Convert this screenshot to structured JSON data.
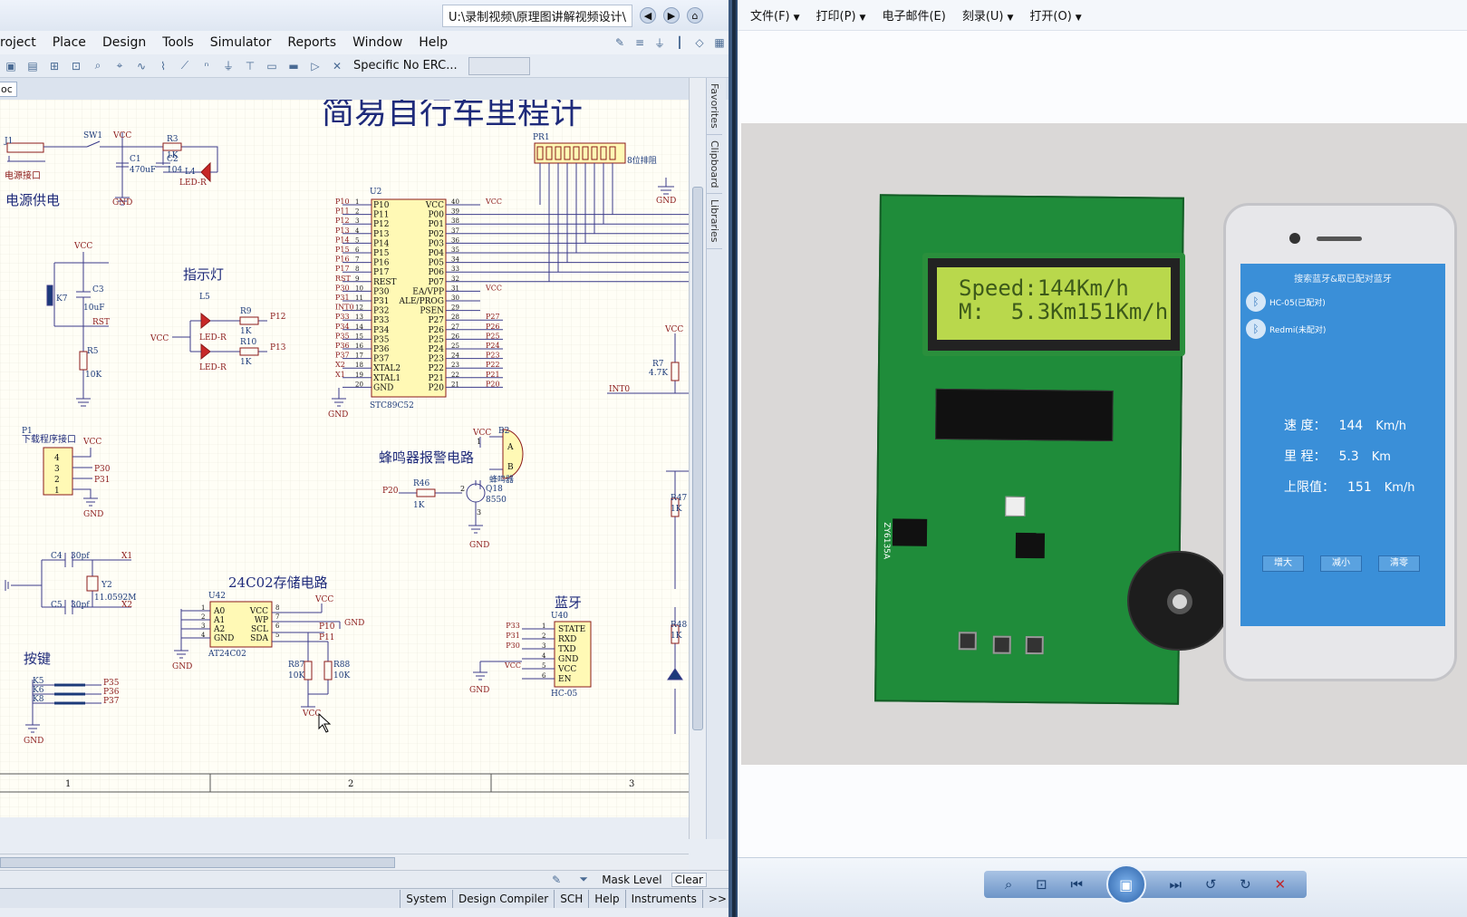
{
  "altium": {
    "path": "U:\\录制视频\\原理图讲解视频设计\\",
    "menu": [
      "roject",
      "Place",
      "Design",
      "Tools",
      "Simulator",
      "Reports",
      "Window",
      "Help"
    ],
    "toolbar_text": "Specific No ERC...",
    "tab_label": "oc",
    "side_tabs": [
      "Favorites",
      "Clipboard",
      "Libraries"
    ],
    "mask_level": "Mask Level",
    "clear": "Clear",
    "status_items": [
      "System",
      "Design Compiler",
      "SCH",
      "Help",
      "Instruments",
      ">>"
    ]
  },
  "schematic": {
    "title": "简易自行车里程计",
    "power": {
      "label": "电源供电",
      "conn": "电源接口",
      "j1": "J1",
      "sw1": "SW1",
      "vcc": "VCC",
      "c1": "C1",
      "c1v": "470uF",
      "c2": "C2",
      "c2v": "104",
      "r3": "R3",
      "r3v": "1K",
      "l4": "L4",
      "led": "LED-R",
      "gnd": "GND"
    },
    "reset": {
      "vcc": "VCC",
      "k7": "K7",
      "c3": "C3",
      "c3v": "10uF",
      "rst": "RST",
      "r5": "R5",
      "r5v": "10K"
    },
    "indicator": {
      "label": "指示灯",
      "l5": "L5",
      "r9": "R9",
      "r9v": "1K",
      "p12": "P12",
      "r10": "R10",
      "r10v": "1K",
      "p13": "P13",
      "vcc": "VCC",
      "led1": "LED-R",
      "led2": "LED-R"
    },
    "mcu": {
      "ref": "U2",
      "part": "STC89C52",
      "left_pins": [
        "P10",
        "P11",
        "P12",
        "P13",
        "P14",
        "P15",
        "P16",
        "P17",
        "REST",
        "P30",
        "P31",
        "P32",
        "P33",
        "P34",
        "P35",
        "P36",
        "P37",
        "XTAL2",
        "XTAL1",
        "GND"
      ],
      "left_nums": [
        "1",
        "2",
        "3",
        "4",
        "5",
        "6",
        "7",
        "8",
        "9",
        "10",
        "11",
        "12",
        "13",
        "14",
        "15",
        "16",
        "17",
        "18",
        "19",
        "20"
      ],
      "left_nets": [
        "P10",
        "P11",
        "P12",
        "P13",
        "P14",
        "P15",
        "P16",
        "P17",
        "RST",
        "P30",
        "P31",
        "INT0",
        "P33",
        "P34",
        "P35",
        "P36",
        "P37",
        "X2",
        "X1",
        ""
      ],
      "right_pins": [
        "VCC",
        "P00",
        "P01",
        "P02",
        "P03",
        "P04",
        "P05",
        "P06",
        "P07",
        "EA/VPP",
        "ALE/PROG",
        "PSEN",
        "P27",
        "P26",
        "P25",
        "P24",
        "P23",
        "P22",
        "P21",
        "P20"
      ],
      "right_nums": [
        "40",
        "39",
        "38",
        "37",
        "36",
        "35",
        "34",
        "33",
        "32",
        "31",
        "30",
        "29",
        "28",
        "27",
        "26",
        "25",
        "24",
        "23",
        "22",
        "21"
      ],
      "right_nets": [
        "VCC",
        "",
        "",
        "",
        "",
        "",
        "",
        "",
        "",
        "VCC",
        "",
        "",
        "P27",
        "P26",
        "P25",
        "P24",
        "P23",
        "P22",
        "P21",
        "P20"
      ]
    },
    "pr1": {
      "ref": "PR1",
      "label": "8位排阻"
    },
    "prog": {
      "ref": "P1",
      "label": "下载程序接口",
      "vcc": "VCC",
      "pins": [
        "4",
        "3",
        "2",
        "1"
      ],
      "nets": [
        "P30",
        "P31"
      ],
      "gnd": "GND"
    },
    "buzzer": {
      "label": "蜂鸣器报警电路",
      "vcc": "VCC",
      "b2": "B2",
      "a": "A",
      "b": "B",
      "name": "蜂鸣器",
      "p20": "P20",
      "r46": "R46",
      "r46v": "1K",
      "q18": "Q18",
      "q18v": "8550",
      "gnd": "GND",
      "n1": "1",
      "n2": "2",
      "n3": "3"
    },
    "crystal": {
      "c4": "C4",
      "c4v": "30pf",
      "c5": "C5",
      "c5v": "30pf",
      "y2": "Y2",
      "y2v": "11.0592M",
      "x1": "X1",
      "x2": "X2"
    },
    "eeprom": {
      "label": "24C02存储电路",
      "ref": "U42",
      "part": "AT24C02",
      "lp": [
        "A0",
        "A1",
        "A2",
        "GND"
      ],
      "rp": [
        "VCC",
        "WP",
        "SCL",
        "SDA"
      ],
      "ln": [
        "1",
        "2",
        "3",
        "4"
      ],
      "rn": [
        "8",
        "7",
        "6",
        "5"
      ],
      "vcc": "VCC",
      "gnd": "GND",
      "p10": "P10",
      "p11": "P11",
      "r87": "R87",
      "r87v": "10K",
      "r88": "R88",
      "r88v": "10K",
      "gnd2": "GND"
    },
    "keys": {
      "label": "按键",
      "k5": "K5",
      "k6": "K6",
      "k8": "K8",
      "p35": "P35",
      "p36": "P36",
      "p37": "P37",
      "gnd": "GND"
    },
    "bt": {
      "label": "蓝牙",
      "ref": "U40",
      "part": "HC-05",
      "pins": [
        "STATE",
        "RXD",
        "TXD",
        "GND",
        "VCC",
        "EN"
      ],
      "nets": [
        "P33",
        "P31",
        "P30",
        "",
        "VCC",
        ""
      ],
      "nums": [
        "1",
        "2",
        "3",
        "4",
        "5",
        "6"
      ],
      "gnd": "GND"
    },
    "right": {
      "r7": "R7",
      "r7v": "4.7K",
      "int0": "INT0",
      "r47": "R47",
      "r47v": "1K",
      "r48": "R48",
      "r48v": "1K",
      "gnd": "GND",
      "vcc": "VCC"
    },
    "zones": [
      "1",
      "2",
      "3"
    ]
  },
  "viewer": {
    "menu": [
      "文件(F)",
      "打印(P)",
      "电子邮件(E)",
      "刻录(U)",
      "打开(O)"
    ],
    "lcd_line1": "Speed:144Km/h",
    "lcd_line2": "M:  5.3Km151Km/h",
    "pcb_mark": "ZY6135A",
    "phone": {
      "title": "搜索蓝牙&取已配对蓝牙",
      "dev1": "HC-05(已配对)",
      "dev2": "Redmi(未配对)",
      "speed_label": "速 度：",
      "speed_val": "144",
      "speed_unit": "Km/h",
      "dist_label": "里 程：",
      "dist_val": "5.3",
      "dist_unit": "Km",
      "limit_label": "上限值：",
      "limit_val": "151",
      "limit_unit": "Km/h",
      "btn_inc": "增大",
      "btn_dec": "减小",
      "btn_clr": "清零"
    }
  }
}
